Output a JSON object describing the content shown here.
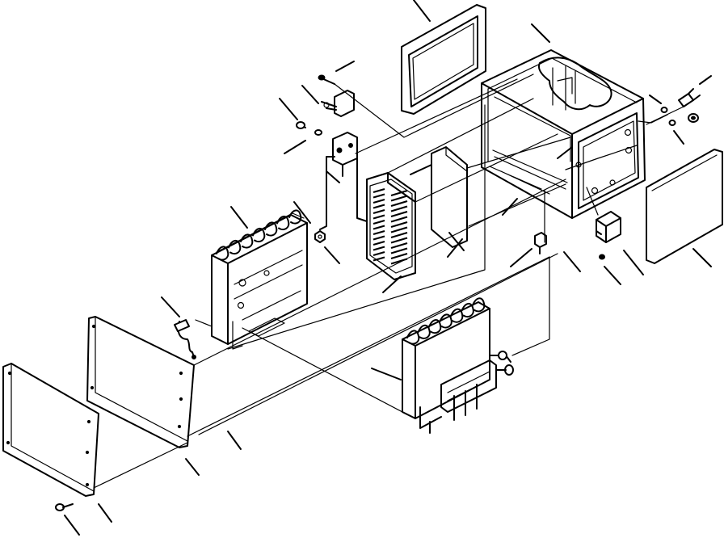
{
  "figure": {
    "type": "exploded-parts-diagram",
    "background": "#ffffff",
    "ink": "#000000",
    "parts": [
      {
        "name": "top-gasket-panel"
      },
      {
        "name": "housing-box"
      },
      {
        "name": "side-panel"
      },
      {
        "name": "screw-top"
      },
      {
        "name": "thermostat-switch"
      },
      {
        "name": "bolt-small"
      },
      {
        "name": "washer-small"
      },
      {
        "name": "expansion-valve-block"
      },
      {
        "name": "heater-core"
      },
      {
        "name": "nut-hex"
      },
      {
        "name": "louvered-filter"
      },
      {
        "name": "filter-plate"
      },
      {
        "name": "evaporator-core"
      },
      {
        "name": "sensor-harness"
      },
      {
        "name": "inner-cover-plate"
      },
      {
        "name": "outer-cover-plate"
      },
      {
        "name": "screw-bottom"
      },
      {
        "name": "drain-bolt"
      },
      {
        "name": "resistor-block"
      },
      {
        "name": "screw-resistor"
      },
      {
        "name": "connector-plug"
      },
      {
        "name": "grommet-washer"
      }
    ],
    "leader_count": 30
  }
}
